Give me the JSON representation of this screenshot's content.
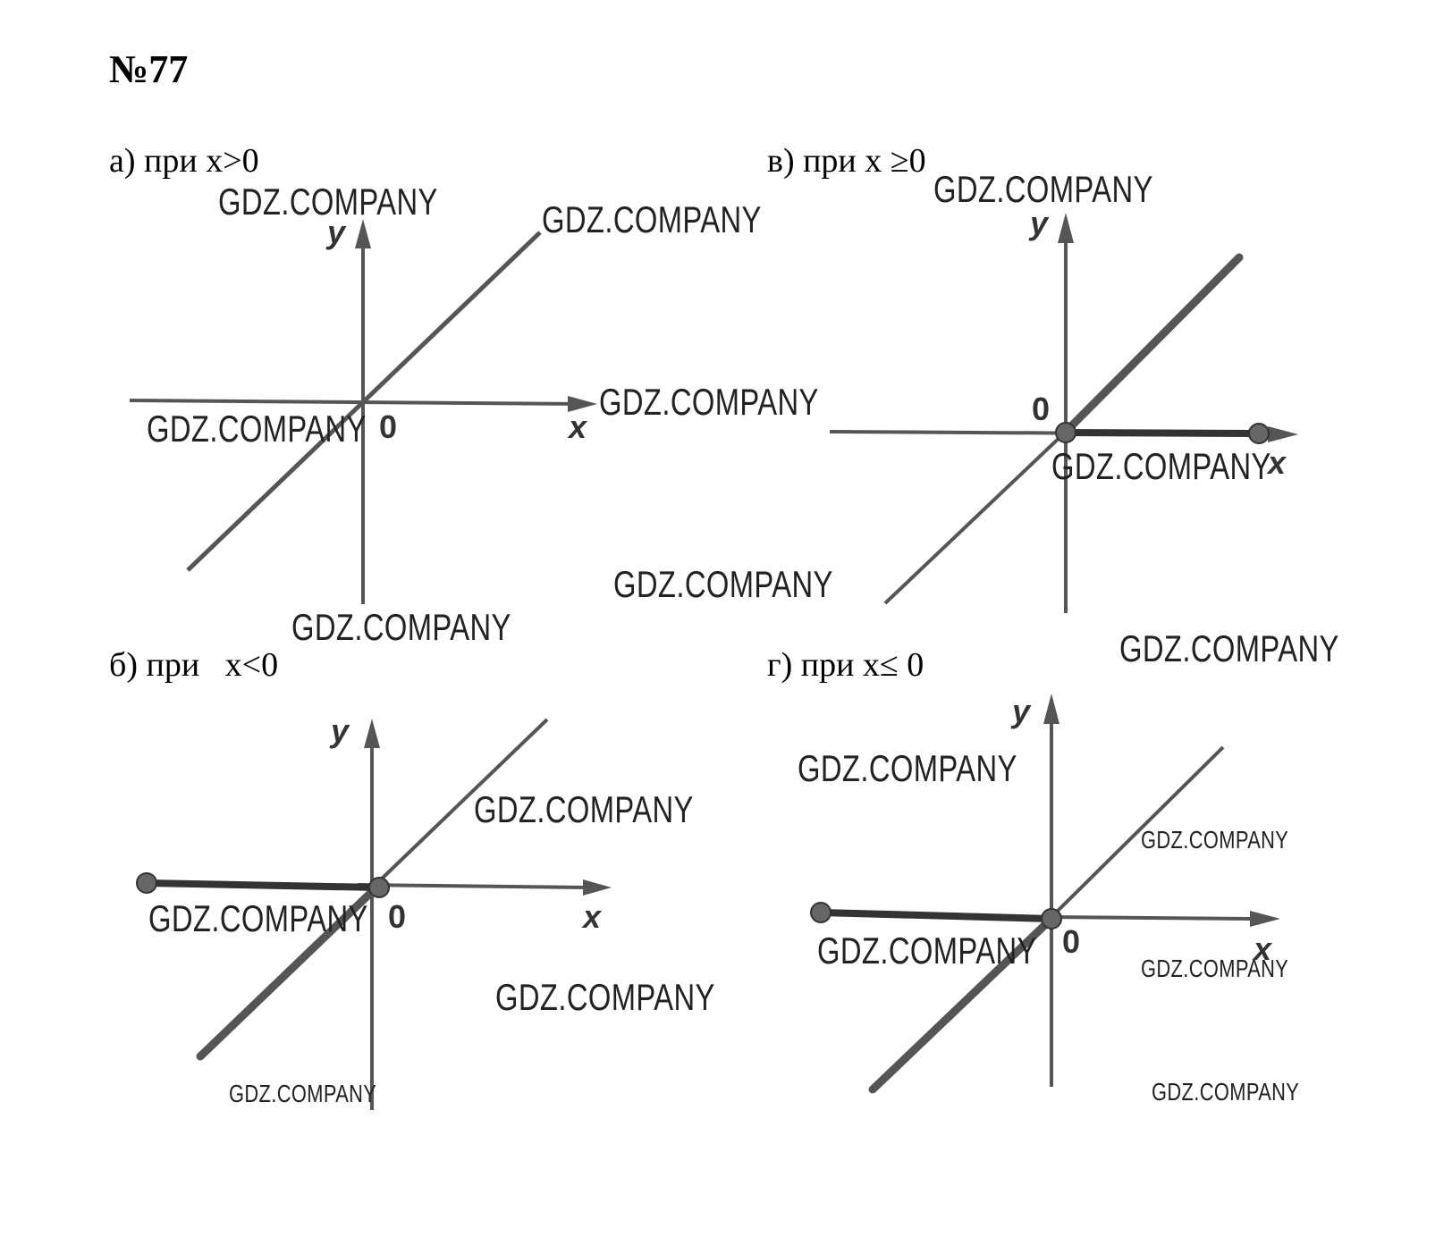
{
  "problem_number": "№77",
  "panels": [
    {
      "id": "a",
      "caption": "а) при x>0",
      "x_label": "x",
      "y_label": "y",
      "origin_label": "0"
    },
    {
      "id": "v",
      "caption": "в) при x ≥0",
      "x_label": "x",
      "y_label": "y",
      "origin_label": "0"
    },
    {
      "id": "b",
      "caption": "б) при   x<0",
      "x_label": "x",
      "y_label": "y",
      "origin_label": "0"
    },
    {
      "id": "g",
      "caption": "г) при x≤ 0",
      "x_label": "x",
      "y_label": "y",
      "origin_label": "0"
    }
  ],
  "watermark": "GDZ.COMPANY",
  "colors": {
    "axis": "#555555",
    "graph": "#555555",
    "highlight": "#333333",
    "point_fill": "#666666"
  }
}
